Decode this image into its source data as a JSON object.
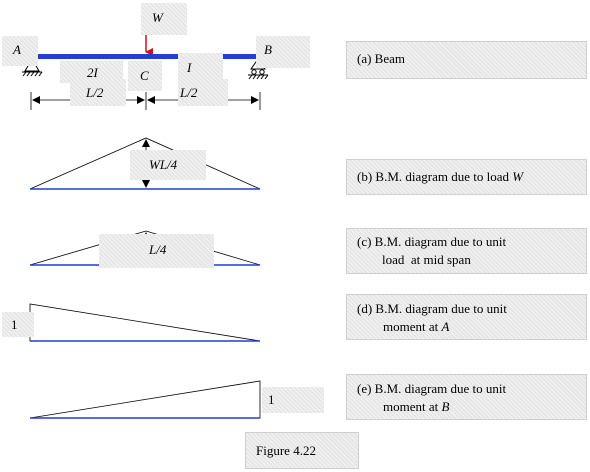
{
  "beam": {
    "load_label": "W",
    "support_left_label": "A",
    "support_right_label": "B",
    "midpoint_label": "C",
    "inertia_left": "2I",
    "inertia_right": "I",
    "half_span_left": "L/2",
    "half_span_right": "L/2"
  },
  "diagram_b": {
    "peak_label": "WL/4"
  },
  "diagram_c": {
    "peak_label": "L/4"
  },
  "diagram_d": {
    "moment_label": "1"
  },
  "diagram_e": {
    "moment_label": "1"
  },
  "captions": {
    "a": "(a) Beam",
    "b_prefix": "(b) B.M. diagram due to load ",
    "b_italic": "W",
    "c_line1": "(c) B.M. diagram due to unit",
    "c_line2": "load  at mid span",
    "d_line1": "(d) B.M. diagram due to unit",
    "d_line2_prefix": "moment at ",
    "d_line2_italic": "A",
    "e_line1": "(e) B.M. diagram due to unit",
    "e_line2_prefix": "moment at ",
    "e_line2_italic": "B"
  },
  "figure_caption": "Figure 4.22",
  "colors": {
    "beam": "#1f3fd6",
    "load_arrow": "#d01010",
    "baseline": "#1f3fd6"
  }
}
